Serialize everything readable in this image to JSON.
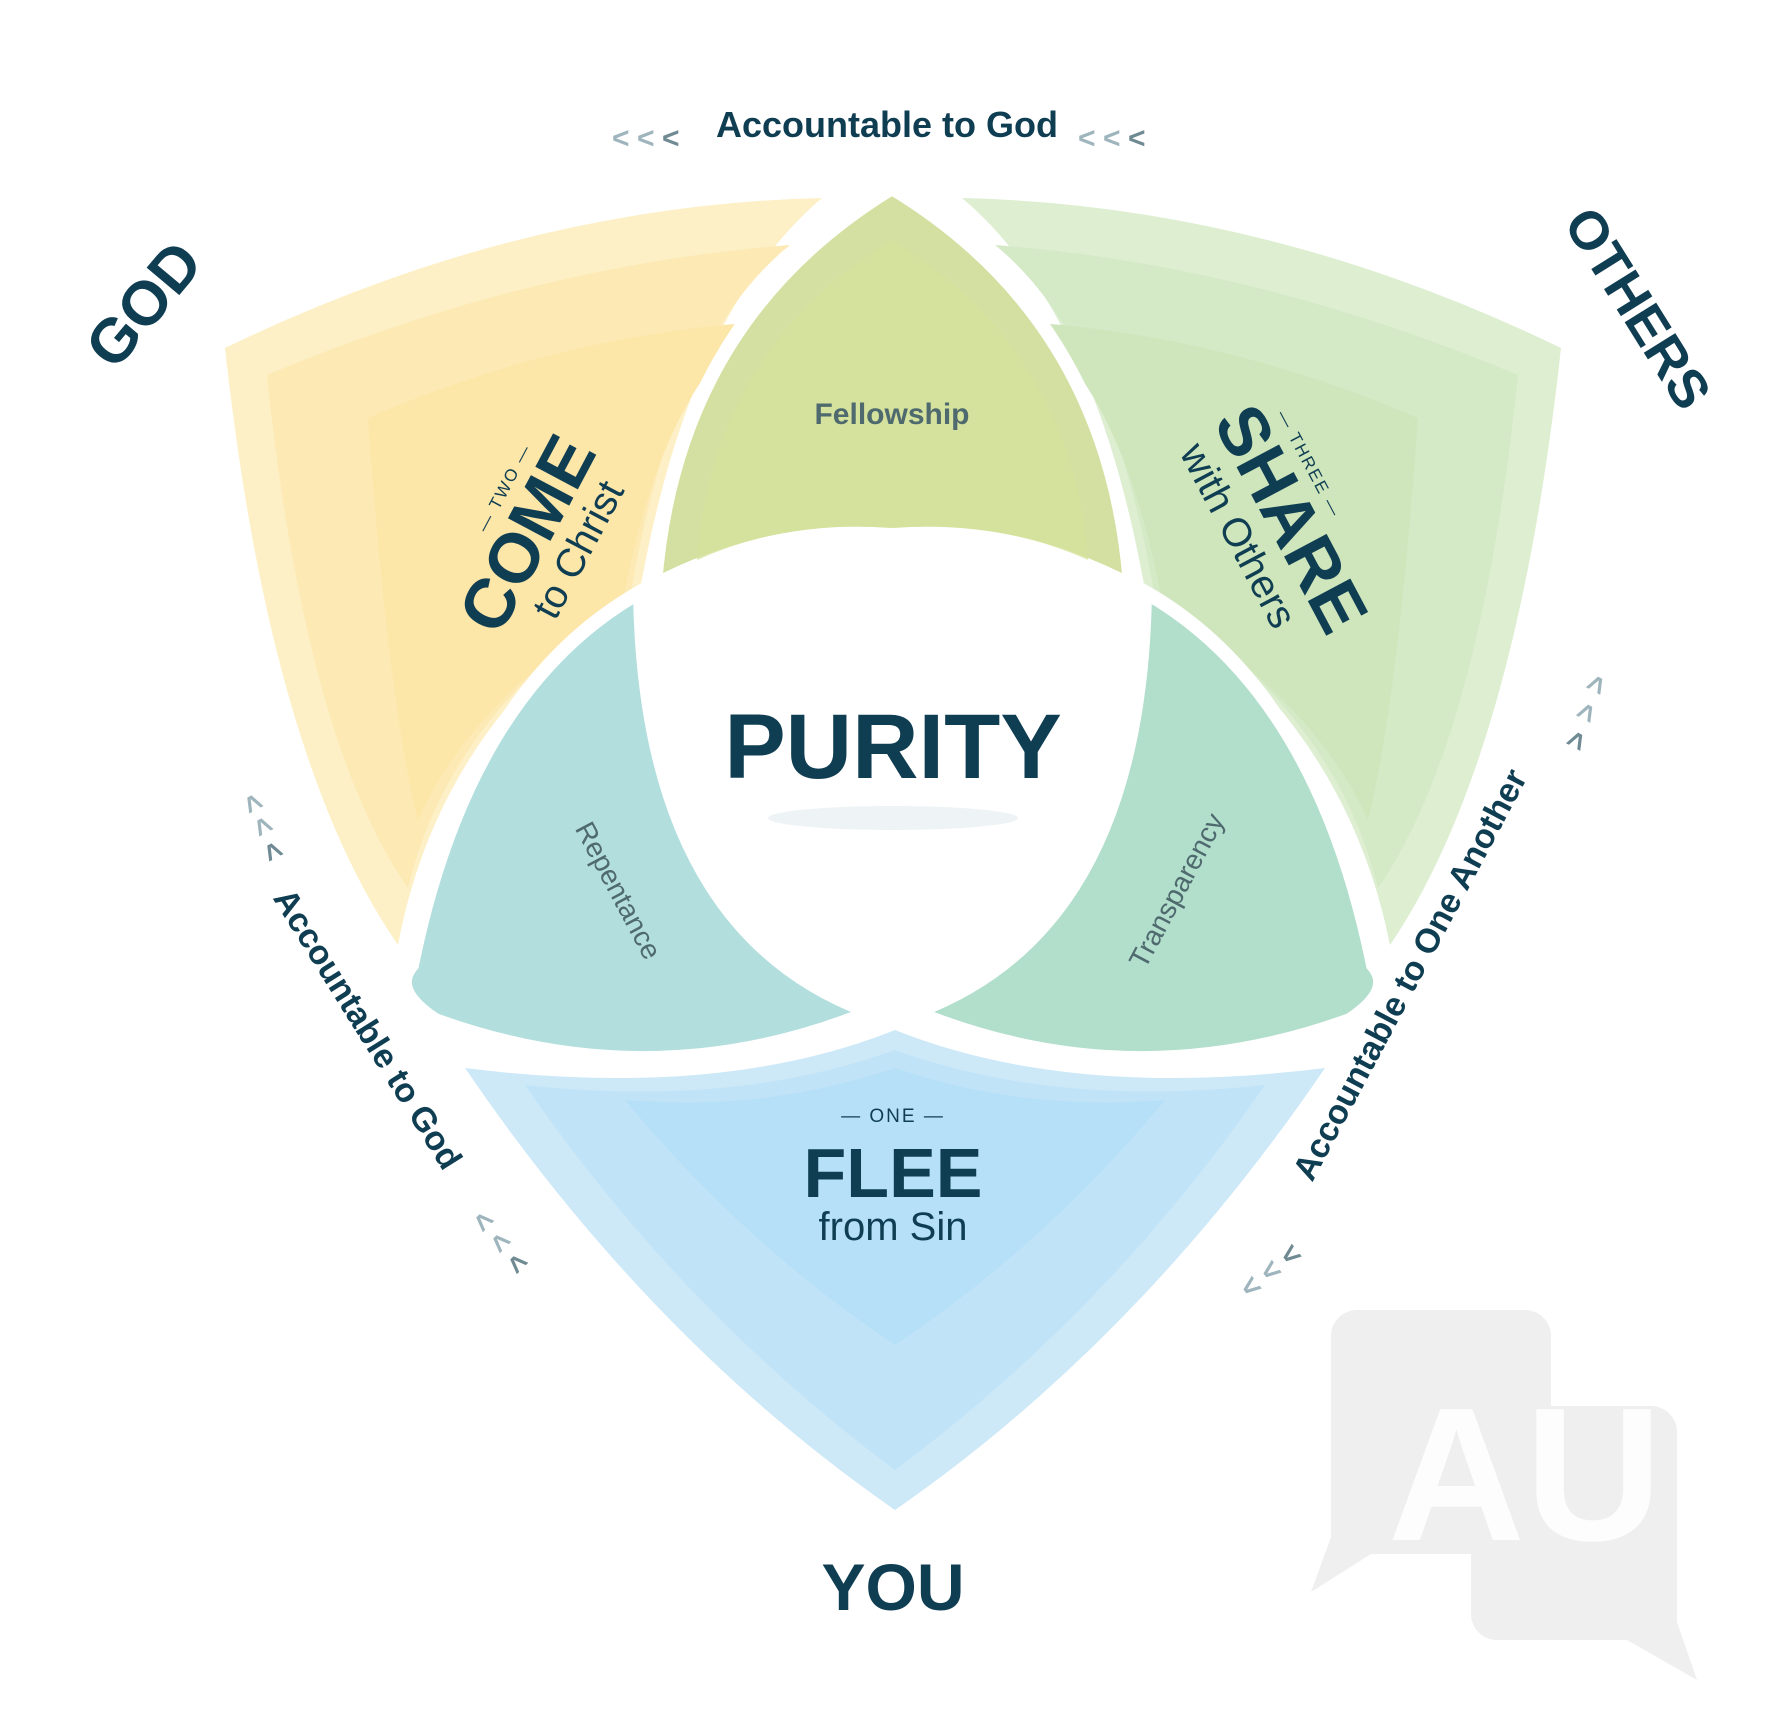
{
  "diagram": {
    "center": {
      "label": "PURITY"
    },
    "corners": {
      "god": "GOD",
      "others": "OTHERS",
      "you": "YOU"
    },
    "petals": {
      "come": {
        "number": "— TWO —",
        "title": "COME",
        "subtitle": "to Christ"
      },
      "share": {
        "number": "— THREE —",
        "title": "SHARE",
        "subtitle": "with Others"
      },
      "flee": {
        "number": "— ONE —",
        "title": "FLEE",
        "subtitle": "from Sin"
      }
    },
    "overlaps": {
      "top": "Fellowship",
      "left": "Repentance",
      "right": "Transparency"
    },
    "arcs": {
      "top": "Accountable to God",
      "left": "Accountable to God",
      "right": "Accountable to One Another"
    },
    "arrow_glyph": "<",
    "watermark": "AU"
  },
  "colors": {
    "navy": "#0f3d52",
    "yellow_outer": "#fdf0c6",
    "yellow_mid": "#fde9b3",
    "yellow_inner": "#fce6a8",
    "green_outer": "#ddeed1",
    "green_mid": "#d4e9c6",
    "green_inner": "#cfe6bd",
    "blue_outer": "#cde9f8",
    "blue_mid": "#c0e3f7",
    "blue_inner": "#b6e0f7",
    "fellowship": "#d3e0a1",
    "repentance": "#b3dede",
    "transparency": "#b2decc",
    "overlap_label": "#4f6a6e",
    "arrow": "#9fb5bd",
    "watermark": "#ececec"
  }
}
